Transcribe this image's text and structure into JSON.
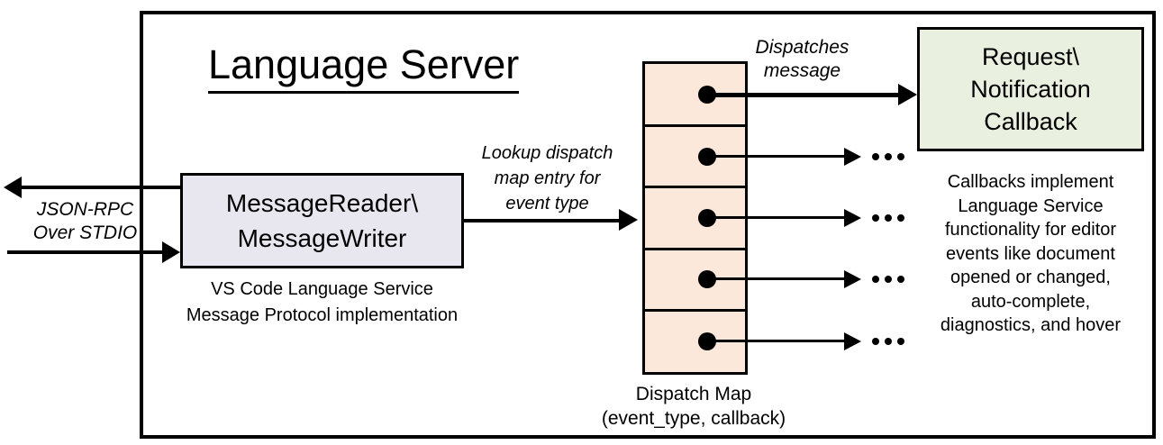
{
  "title": "Language Server",
  "io": {
    "label": "JSON-RPC\nOver STDIO"
  },
  "reader": {
    "label": "MessageReader\\\nMessageWriter",
    "caption": "VS Code Language Service\nMessage Protocol implementation",
    "fill": "#e8e7f0"
  },
  "lookup": {
    "label": "Lookup dispatch\nmap entry for\nevent type"
  },
  "dispatch": {
    "label": "Dispatches\nmessage",
    "caption": "Dispatch Map\n(event_type, callback)",
    "fill": "#fce8db",
    "rows": 5
  },
  "callback": {
    "label": "Request\\\nNotification\nCallback",
    "note": "Callbacks implement\nLanguage Service\nfunctionality for editor\nevents like document\nopened or changed,\nauto-complete,\ndiagnostics, and hover",
    "fill": "#e9f0df"
  },
  "colors": {
    "line": "#000000",
    "background": "#ffffff"
  }
}
